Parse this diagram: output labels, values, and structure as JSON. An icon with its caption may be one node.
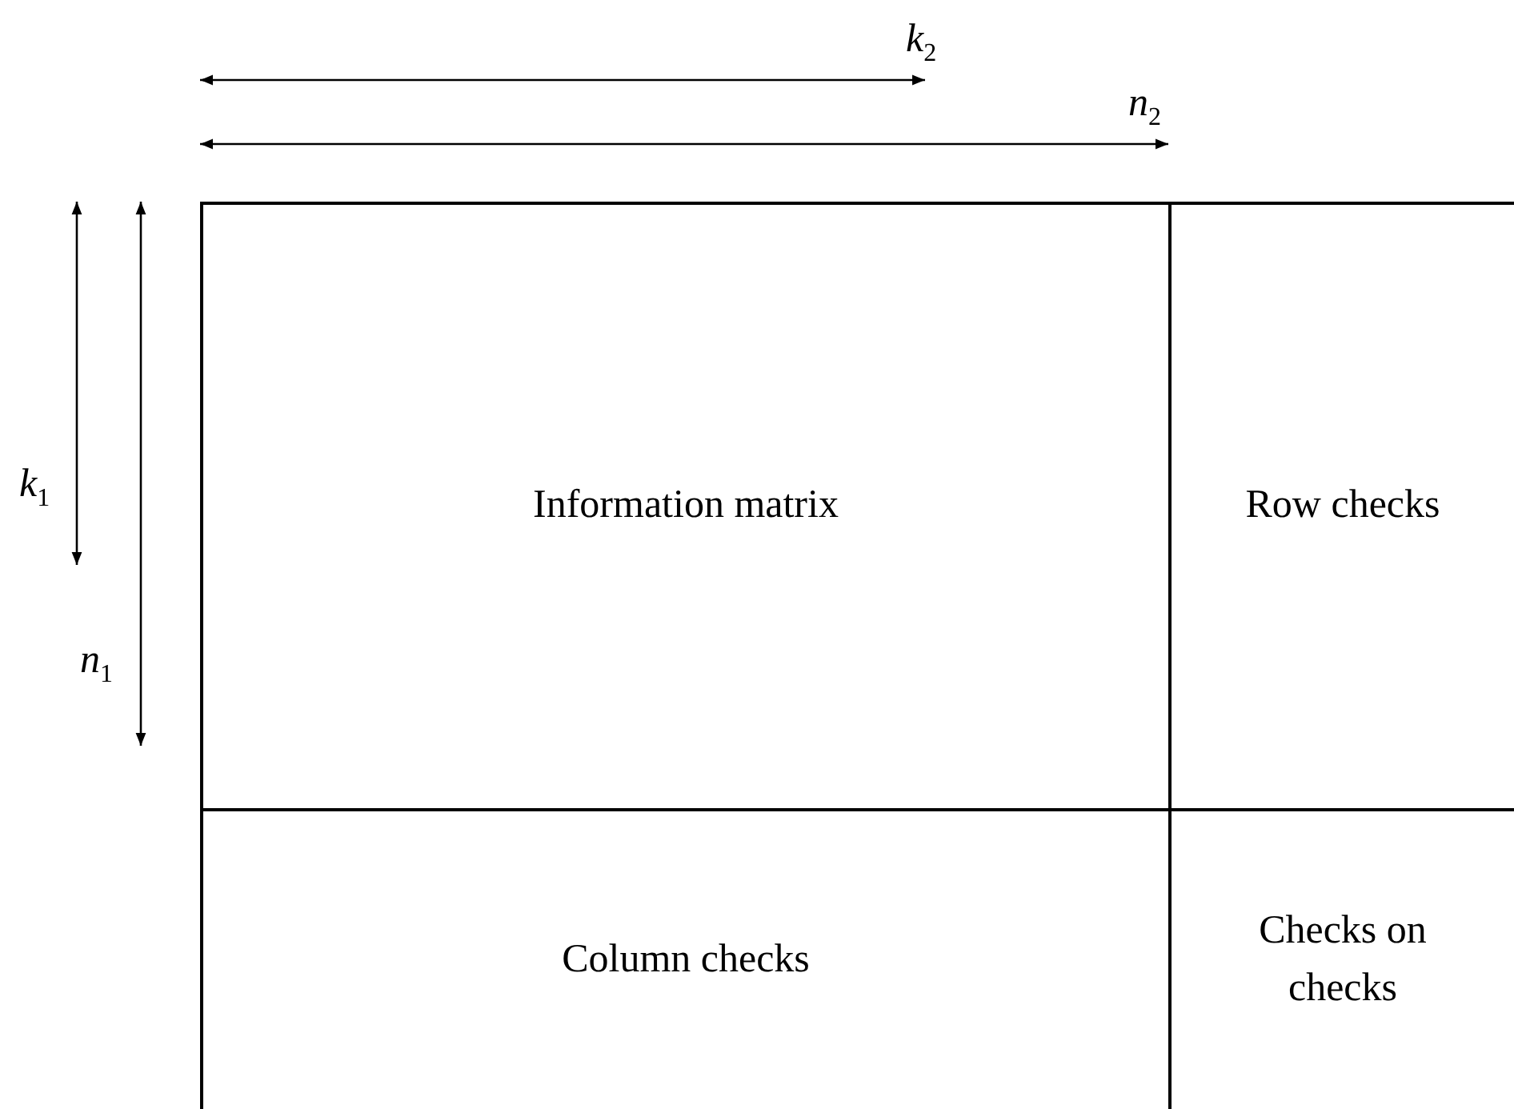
{
  "diagram": {
    "nodes": [
      {
        "text": [
          "Information matrix"
        ]
      },
      {
        "text": [
          "Row checks"
        ]
      },
      {
        "text": [
          "Column checks"
        ]
      },
      {
        "text": [
          "Checks on checks"
        ]
      }
    ],
    "labels": [
      "*k*$_{2}$",
      "*n*$_{2}$",
      "*k*$_{1}$",
      "*n*$_{1}$"
    ]
  }
}
